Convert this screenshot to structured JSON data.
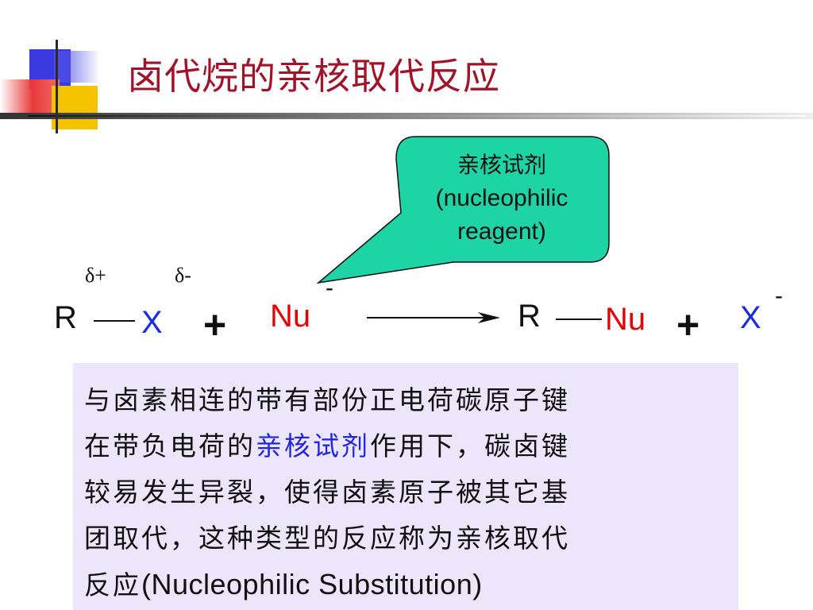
{
  "title": "卤代烷的亲核取代反应",
  "callout": {
    "line1": "亲核试剂",
    "line2": "(nucleophilic",
    "line3": "reagent)"
  },
  "equation": {
    "r1": "R",
    "x1": "X",
    "delta_plus": "δ+",
    "delta_minus": "δ-",
    "plus1": "+",
    "nu": "Nu",
    "nu_charge": "-",
    "r2": "R",
    "nu2": "Nu",
    "plus2": "+",
    "x2": "X",
    "x2_charge": "-"
  },
  "description": {
    "line1": "与卤素相连的带有部份正电荷碳原子键",
    "line2_before": "在带负电荷的",
    "line2_highlight": "亲核试剂",
    "line2_after": "作用下，碳卤键",
    "line3": "较易发生异裂，使得卤素原子被其它基",
    "line4": "团取代，这种类型的反应称为亲核取代",
    "line5_cn": "反应",
    "line5_en": "(Nucleophilic Substitution)"
  },
  "colors": {
    "title": "#a0142a",
    "callout_fill": "#1fd4a4",
    "desc_bg": "#ece6fb",
    "highlight": "#2424e0",
    "nucleophile": "#e40000",
    "halogen": "#1a2be0"
  }
}
